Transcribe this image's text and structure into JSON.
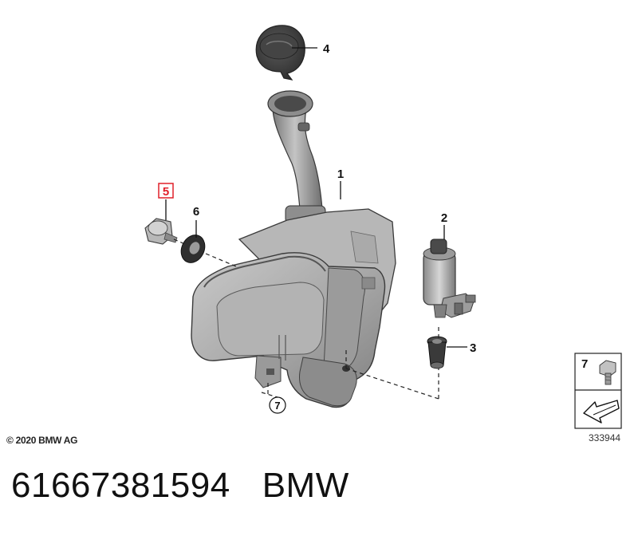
{
  "callouts": {
    "c1": "1",
    "c2": "2",
    "c3": "3",
    "c4": "4",
    "c5": "5",
    "c6": "6",
    "c7": "7",
    "c7_legend": "7"
  },
  "highlighted_callout": "5",
  "highlight_color": "#e0202a",
  "copyright": "© 2020 BMW AG",
  "diagram_id": "333944",
  "part_number": "61667381594",
  "brand": "BMW"
}
